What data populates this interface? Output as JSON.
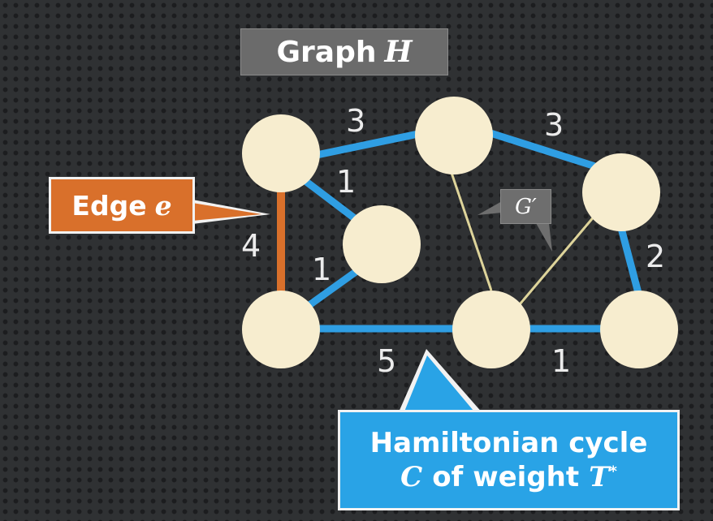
{
  "title": {
    "label": "Graph",
    "variable": "H"
  },
  "edge_callout": {
    "label": "Edge",
    "variable": "e"
  },
  "subgraph_label": "G′",
  "cycle_callout": {
    "line1": "Hamiltonian cycle",
    "var_c": "C",
    "of_weight": "of weight",
    "var_t": "T",
    "superscript": "*"
  },
  "colors": {
    "node_fill": "#f7edcf",
    "cycle_edge": "#2f9ee3",
    "edge_e": "#d9702b",
    "subgraph_edge": "#ded49a",
    "callout_blue": "#29a3e6",
    "callout_orange": "#d9702b"
  },
  "edge_weights": {
    "w1": "3",
    "w2": "3",
    "w3": "1",
    "w4": "4",
    "w5": "1",
    "w6": "2",
    "w7": "5",
    "w8": "1"
  }
}
